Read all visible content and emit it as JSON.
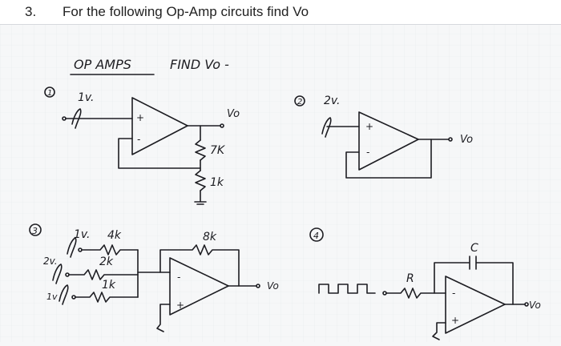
{
  "question": {
    "number": "3.",
    "text": "For the following Op-Amp circuits find Vo"
  },
  "notes": {
    "heading_left": "OP AMPS",
    "heading_right": "FIND Vo -",
    "circuit1": {
      "marker": "1",
      "input_voltage": "1v.",
      "output_label": "Vo",
      "resistor_top": "7K",
      "resistor_bottom": "1k",
      "plus": "+",
      "minus": "-"
    },
    "circuit2": {
      "marker": "2",
      "input_voltage": "2v.",
      "output_label": "Vo",
      "plus": "+",
      "minus": "-"
    },
    "circuit3": {
      "marker": "3",
      "input1_voltage": "1v.",
      "input2_voltage": "2v.",
      "input3_voltage": "1v",
      "r1": "4k",
      "r2": "2k",
      "r3": "1k",
      "rf": "8k",
      "output_label": "Vo",
      "plus": "+",
      "minus": "-"
    },
    "circuit4": {
      "marker": "4",
      "resistor": "R",
      "capacitor": "C",
      "output_label": "Vo",
      "plus": "+",
      "minus": "-"
    }
  },
  "colors": {
    "ink": "#1d1d22",
    "paper": "#f6f7f8",
    "header_bg": "#ffffff"
  }
}
